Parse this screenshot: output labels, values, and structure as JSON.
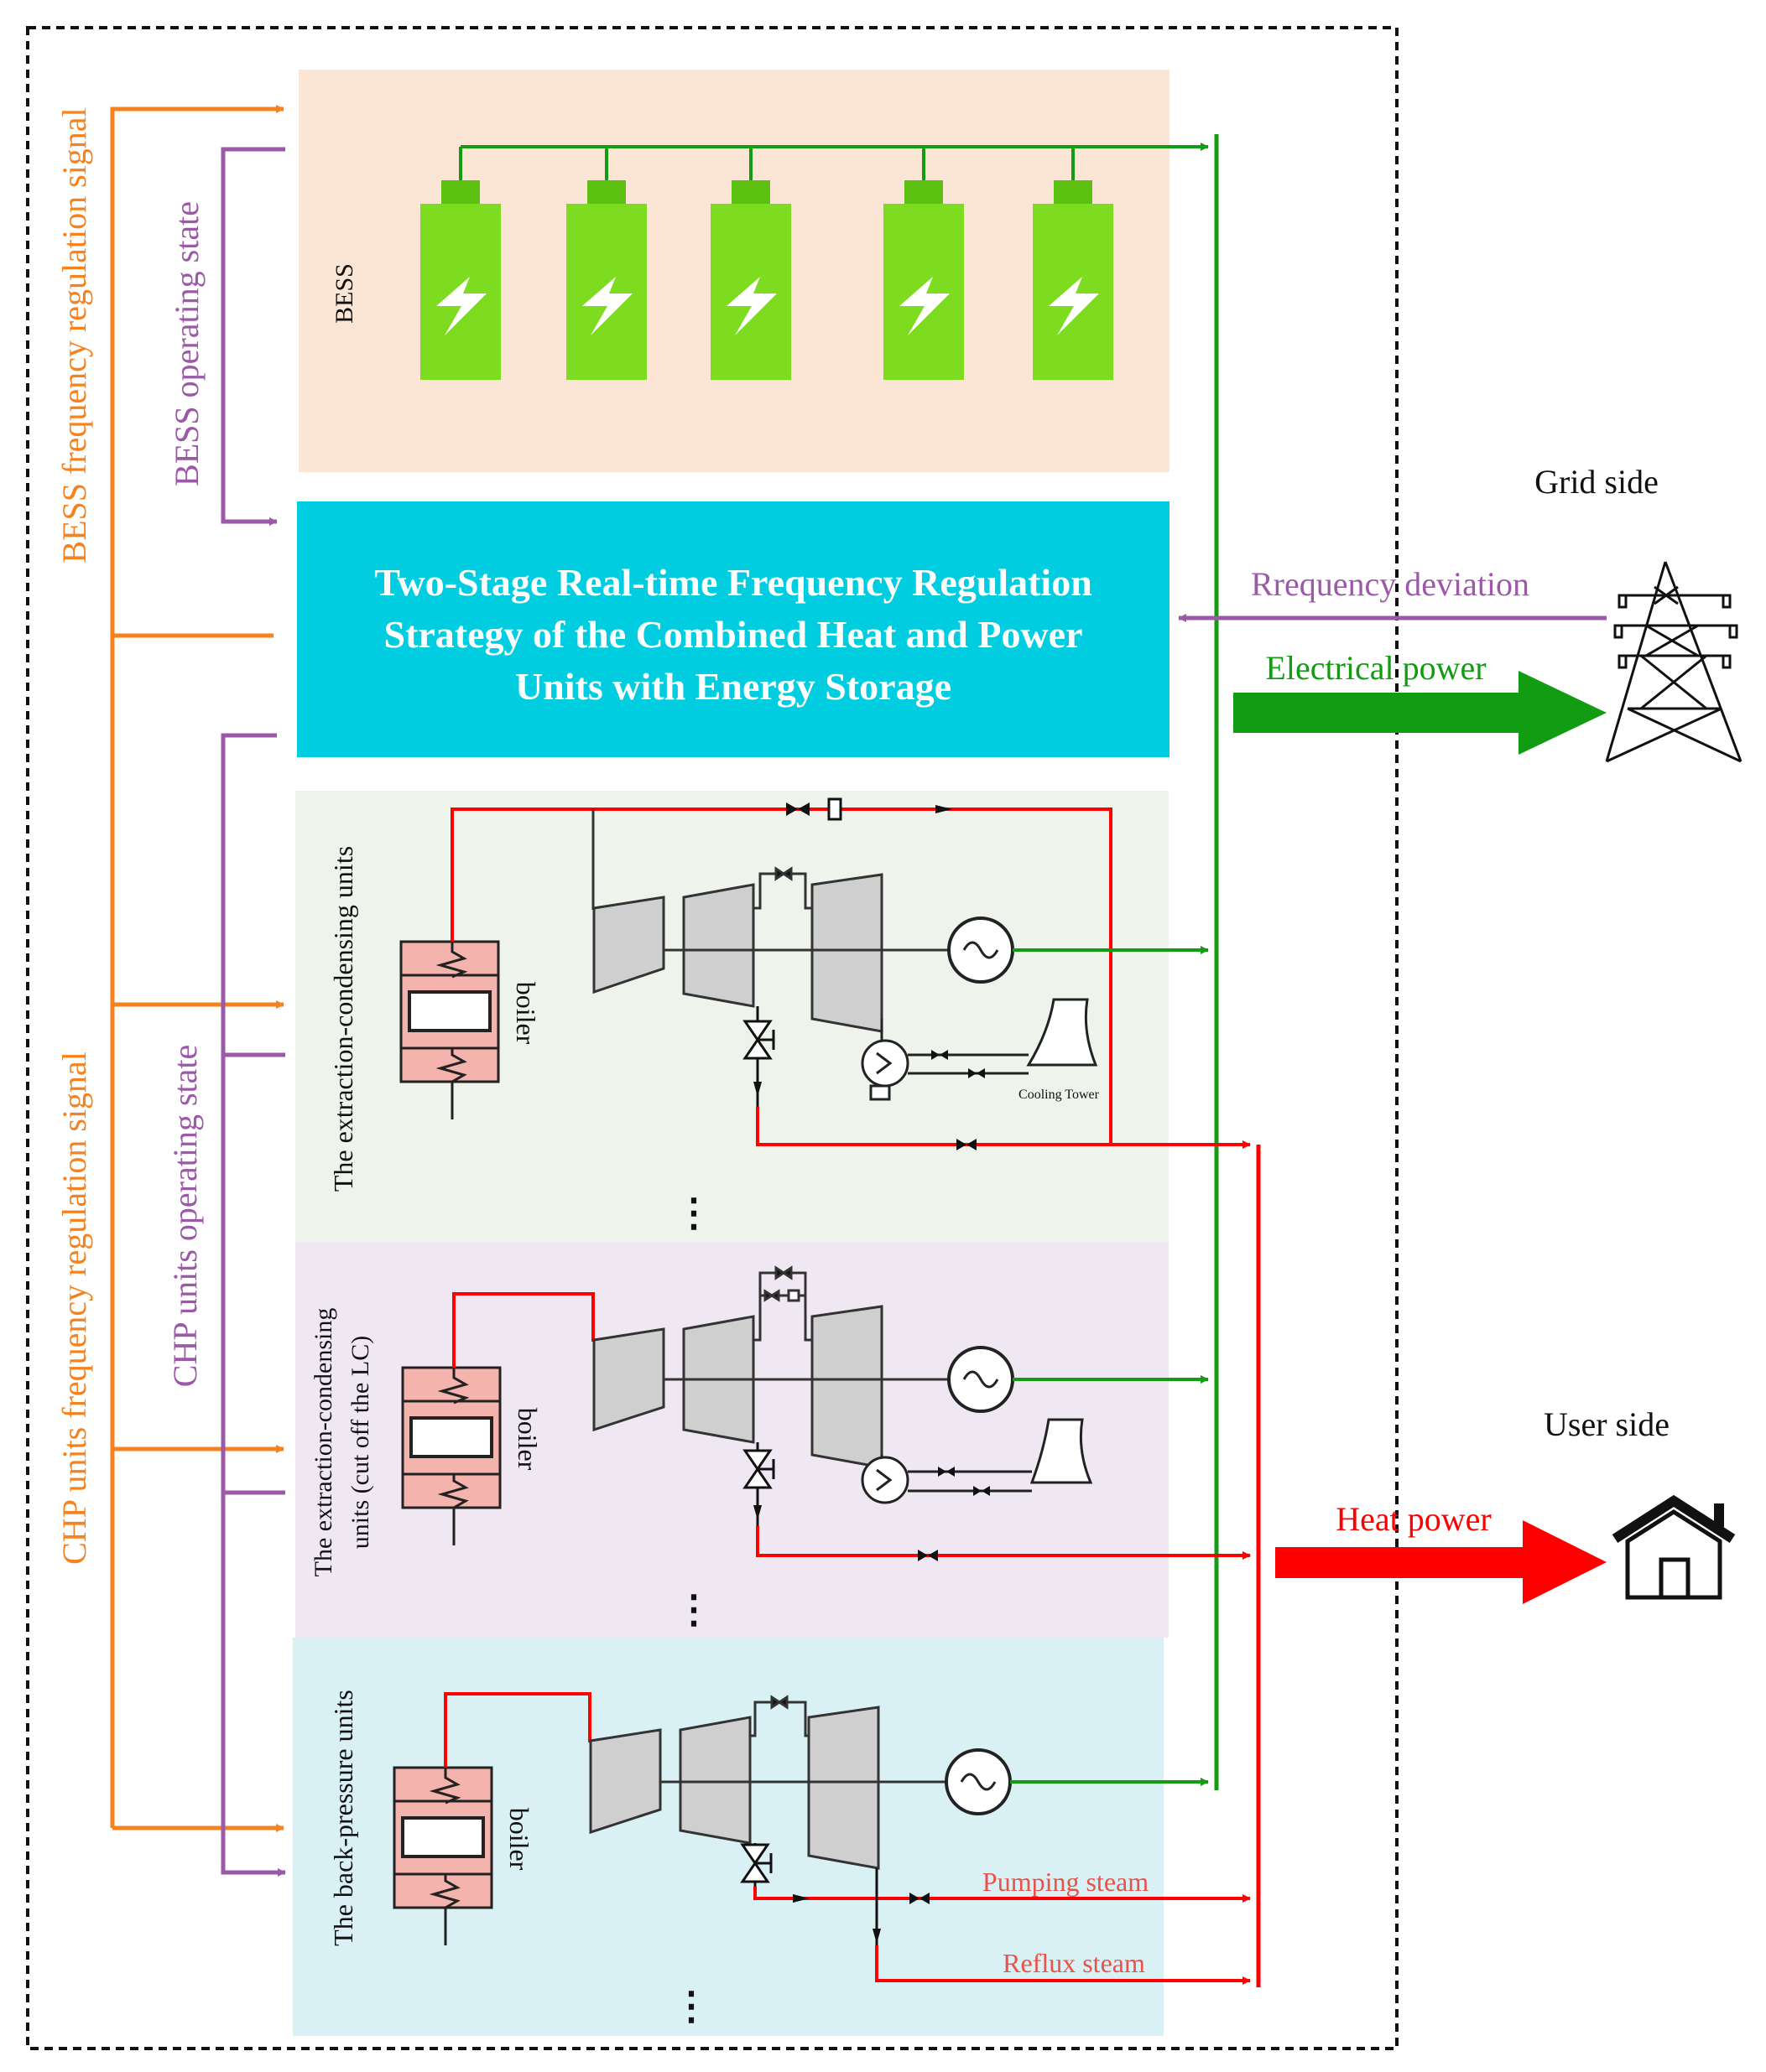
{
  "colors": {
    "frame": "#111111",
    "bess_bg": "#fbe6d6",
    "ec_bg": "#eef3eb",
    "ec_lc_bg": "#efe8f2",
    "bp_bg": "#d9f0f4",
    "strategy_bg": "#00cde0",
    "orange": "#f6821f",
    "purple": "#9b59a8",
    "green": "#129c12",
    "red": "#ff0000",
    "battery": "#7ddc1f",
    "battery_terminal": "#5cc011",
    "turbine_fill": "#cfcfcf",
    "boiler_fill": "#f4b3ad"
  },
  "strategy": {
    "line1": "Two-Stage Real-time Frequency Regulation",
    "line2": "Strategy of the Combined Heat and Power",
    "line3": "Units with Energy Storage"
  },
  "signals": {
    "bess_regulation": "BESS frequency regulation signal",
    "bess_state": "BESS operating state",
    "chp_regulation": "CHP units frequency regulation signal",
    "chp_state": "CHP units operating state"
  },
  "panels": {
    "bess_label": "BESS",
    "ec_label": "The extraction-condensing units",
    "ec_lc_label_line1": "The extraction-condensing",
    "ec_lc_label_line2": "units (cut off the LC)",
    "bp_label": "The back-pressure units",
    "boiler": "boiler",
    "cooling_tower": "Cooling Tower",
    "ellipsis": "⋮"
  },
  "grid": {
    "grid_side": "Grid side",
    "frequency_deviation": "Rrequency deviation",
    "electrical_power": "Electrical power"
  },
  "user": {
    "user_side": "User side",
    "heat_power": "Heat power"
  },
  "steam": {
    "pumping": "Pumping steam",
    "reflux": "Reflux steam"
  }
}
